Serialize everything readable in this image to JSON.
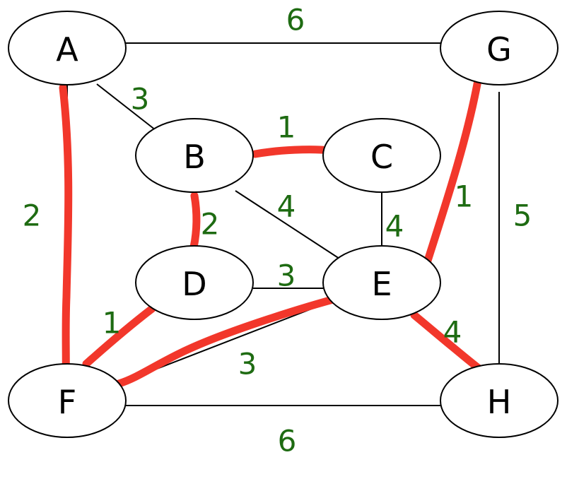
{
  "colors": {
    "node_stroke": "#000000",
    "edge": "#000000",
    "highlight": "#f2372b",
    "weight_text": "#1e6b12",
    "node_text": "#000000"
  },
  "nodes": [
    {
      "id": "A",
      "label": "A"
    },
    {
      "id": "G",
      "label": "G"
    },
    {
      "id": "B",
      "label": "B"
    },
    {
      "id": "C",
      "label": "C"
    },
    {
      "id": "D",
      "label": "D"
    },
    {
      "id": "E",
      "label": "E"
    },
    {
      "id": "F",
      "label": "F"
    },
    {
      "id": "H",
      "label": "H"
    }
  ],
  "edges": [
    {
      "from": "A",
      "to": "G",
      "weight": "6",
      "highlighted": false
    },
    {
      "from": "A",
      "to": "B",
      "weight": "3",
      "highlighted": false
    },
    {
      "from": "A",
      "to": "F",
      "weight": "2",
      "highlighted": true
    },
    {
      "from": "B",
      "to": "C",
      "weight": "1",
      "highlighted": true
    },
    {
      "from": "B",
      "to": "D",
      "weight": "2",
      "highlighted": true
    },
    {
      "from": "B",
      "to": "E",
      "weight": "4",
      "highlighted": false
    },
    {
      "from": "C",
      "to": "E",
      "weight": "4",
      "highlighted": false
    },
    {
      "from": "G",
      "to": "E",
      "weight": "1",
      "highlighted": true
    },
    {
      "from": "G",
      "to": "H",
      "weight": "5",
      "highlighted": false
    },
    {
      "from": "D",
      "to": "E",
      "weight": "3",
      "highlighted": false
    },
    {
      "from": "D",
      "to": "F",
      "weight": "1",
      "highlighted": true
    },
    {
      "from": "E",
      "to": "F",
      "weight": "3",
      "highlighted": true
    },
    {
      "from": "E",
      "to": "H",
      "weight": "4",
      "highlighted": true
    },
    {
      "from": "F",
      "to": "H",
      "weight": "6",
      "highlighted": false
    }
  ]
}
